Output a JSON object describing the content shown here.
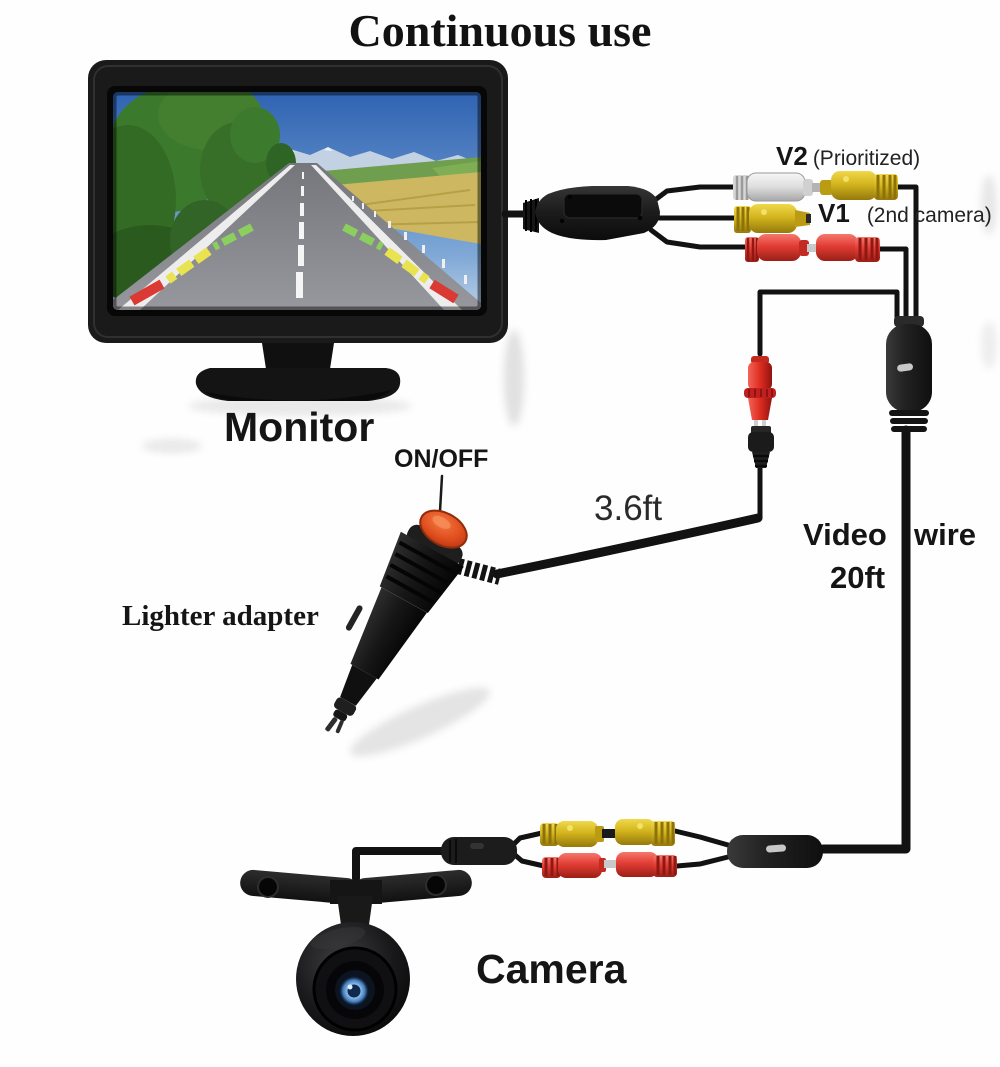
{
  "title": "Continuous use",
  "labels": {
    "monitor": "Monitor",
    "camera": "Camera",
    "lighter_adapter": "Lighter adapter",
    "on_off": "ON/OFF",
    "v2": "V2",
    "v2_note": "(Prioritized)",
    "v1": "V1",
    "v1_note": "(2nd camera)",
    "power_cable_length": "3.6ft",
    "video_wire_word1": "Video",
    "video_wire_word2": "wire",
    "video_wire_length": "20ft"
  },
  "colors": {
    "connector_yellow": "#d3b51e",
    "connector_red": "#e23c34",
    "connector_white": "#ececec",
    "button_orange": "#e0501e",
    "wire_black": "#121212"
  }
}
